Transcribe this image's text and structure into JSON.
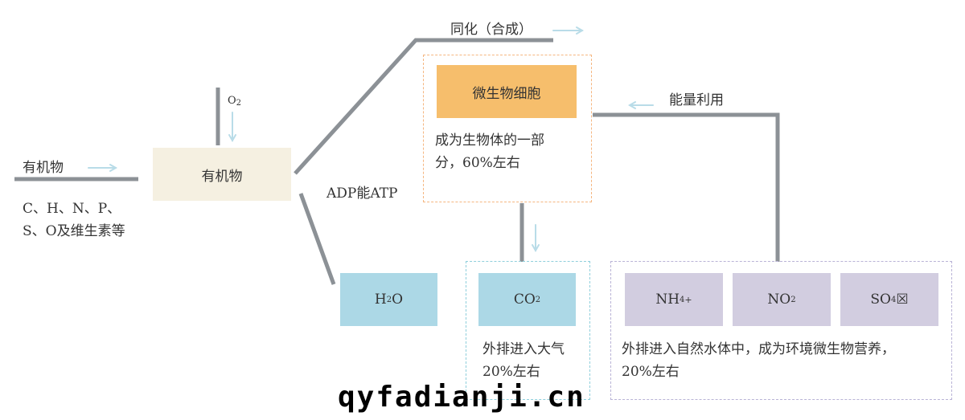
{
  "colors": {
    "line": "#8c9196",
    "arrow": "#b9dce8",
    "cream": "#f5f0e1",
    "orange": "#f6be6c",
    "blue": "#acd8e6",
    "lavender": "#d2cde0",
    "orange_dash": "#f5b680",
    "blue_dash": "#8fcfdc",
    "lavender_dash": "#b9b3d6"
  },
  "input": {
    "label": "有机物",
    "elements_line1": "C、H、N、P、",
    "elements_line2": "S、O及维生素等"
  },
  "oxygen": {
    "base": "O",
    "sub": "2"
  },
  "organic_box": "有机物",
  "assimilation_label": "同化（合成）",
  "adp_label": "ADP能ATP",
  "cell": {
    "label": "微生物细胞",
    "desc_line1": "成为生物体的一部",
    "desc_line2": "分，60%左右"
  },
  "energy_label": "能量利用",
  "water": {
    "base": "H",
    "sub": "2",
    "tail": "O"
  },
  "co2": {
    "base": "CO",
    "sub": "2",
    "desc_line1": "外排进入大气",
    "desc_line2": "20%左右"
  },
  "nutrients": {
    "nh4_base": "NH",
    "nh4_sub": "4",
    "nh4_sup": "+",
    "no2_base": "NO",
    "no2_sub": "2",
    "so4_base": "SO",
    "so4_sub": "4",
    "so4_tail": "☒",
    "desc_line1": "外排进入自然水体中，成为环境微生物营养，",
    "desc_line2": "20%左右"
  },
  "watermark": "qyfadianji.cn"
}
